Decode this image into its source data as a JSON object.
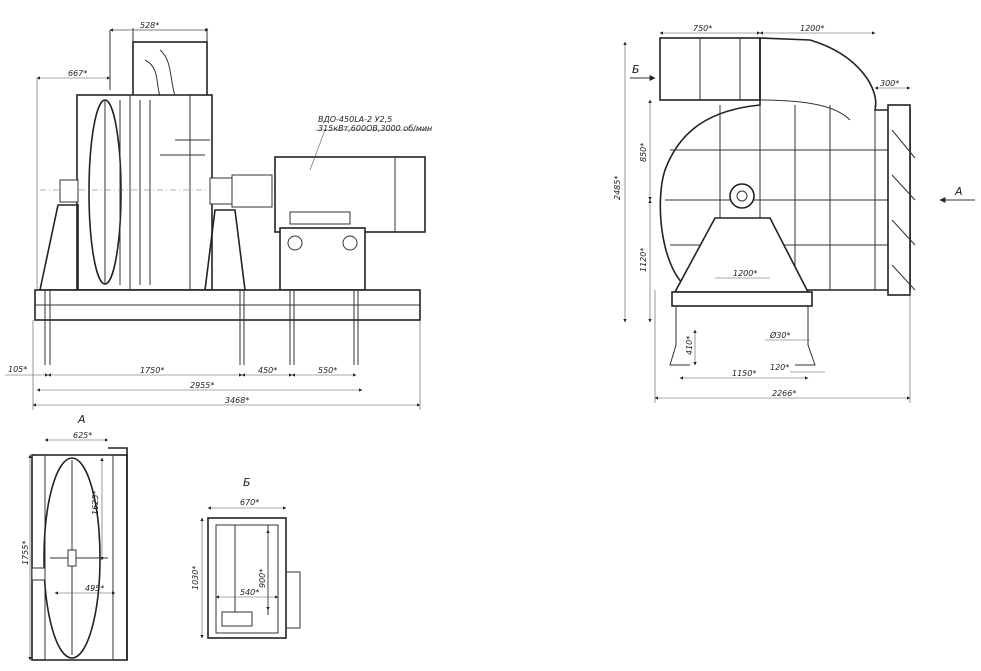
{
  "drawing": {
    "fan_designation": "ВДО-450LA-2 У2,5",
    "motor_spec": "315кВт,600ОВ,3000 об/мин",
    "views": {
      "view_a_label": "А",
      "view_b_label": "Б",
      "arrow_a_label": "А",
      "arrow_b_label": "Б"
    },
    "dims_side": {
      "d528": "528*",
      "d667": "667*",
      "d105": "105*",
      "d1750": "1750*",
      "d450": "450*",
      "d550": "550*",
      "d2955": "2955*",
      "d3468": "3468*"
    },
    "dims_front": {
      "d750": "750*",
      "d1200_top": "1200*",
      "d300": "300*",
      "d850": "850*",
      "d2485": "2485*",
      "d1120": "1120*",
      "d1200_base": "1200*",
      "d30": "Ø30*",
      "d410": "410*",
      "d1150": "1150*",
      "d120": "120*",
      "d2266": "2266*"
    },
    "dims_view_a": {
      "d625": "625*",
      "d1625": "1625*",
      "d1755": "1755*",
      "d495": "495*"
    },
    "dims_view_b": {
      "d670": "670*",
      "d1030": "1030*",
      "d900": "900*",
      "d540": "540*"
    }
  }
}
